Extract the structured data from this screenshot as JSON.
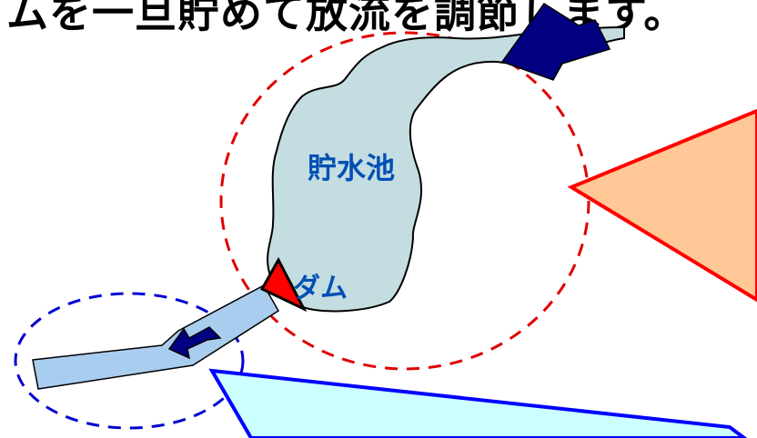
{
  "header": {
    "text": "ダムを一旦貯めて放流を調節します。"
  },
  "labels": {
    "reservoir": "貯水池",
    "dam": "ダム"
  },
  "colors": {
    "reservoir_fill": "#c4dde0",
    "river_fill": "#a9cdee",
    "dam_fill": "#ff0000",
    "arrow_fill": "#000080",
    "upstream_circle": "#e00000",
    "downstream_circle": "#0000d0",
    "label_text": "#0050b4",
    "callout_orange_fill": "#ffc896",
    "callout_orange_stroke": "#ff0000",
    "callout_cyan_fill": "#ccffff",
    "callout_cyan_stroke": "#0000ff"
  },
  "icons": {
    "inflow": "arrow-inflow-icon",
    "outflow": "arrow-outflow-icon",
    "dam": "dam-icon"
  }
}
